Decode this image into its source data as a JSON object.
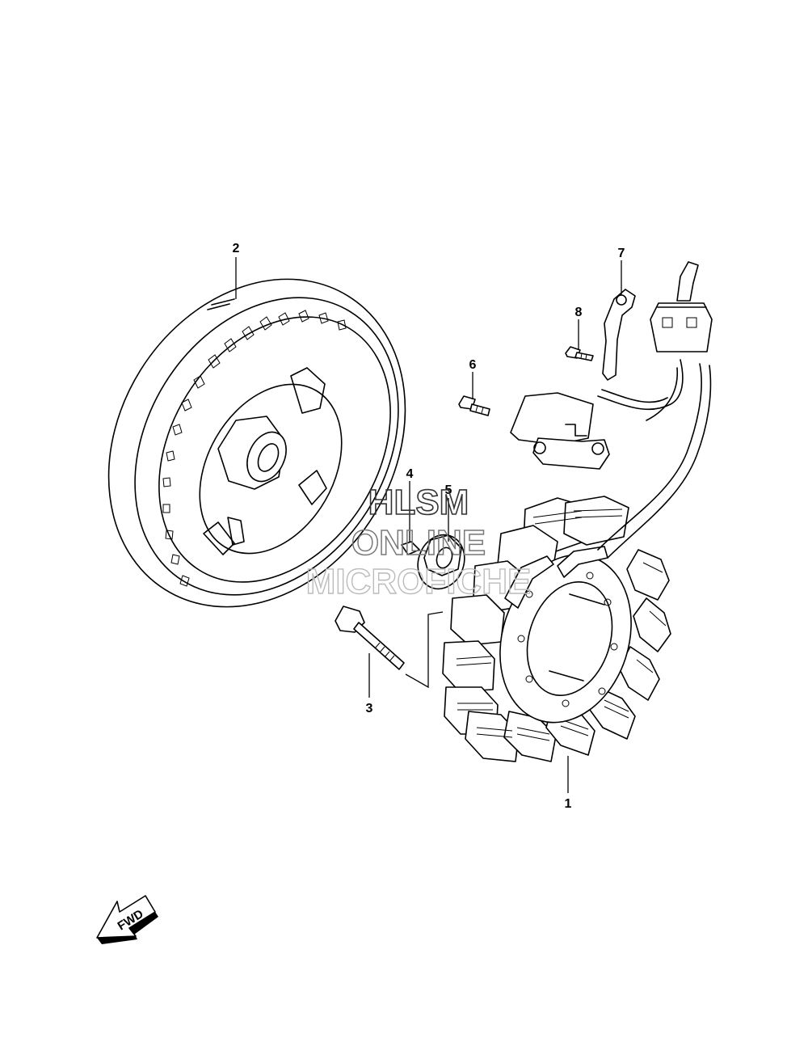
{
  "callouts": [
    {
      "id": "1",
      "label": "1"
    },
    {
      "id": "2",
      "label": "2"
    },
    {
      "id": "3",
      "label": "3"
    },
    {
      "id": "4",
      "label": "4"
    },
    {
      "id": "5",
      "label": "5"
    },
    {
      "id": "6",
      "label": "6"
    },
    {
      "id": "7",
      "label": "7"
    },
    {
      "id": "8",
      "label": "8"
    }
  ],
  "watermark": {
    "line1": "HLSM",
    "line2": "ONLINE",
    "line3": "MICROFICHE"
  },
  "direction": {
    "label": "FWD"
  }
}
